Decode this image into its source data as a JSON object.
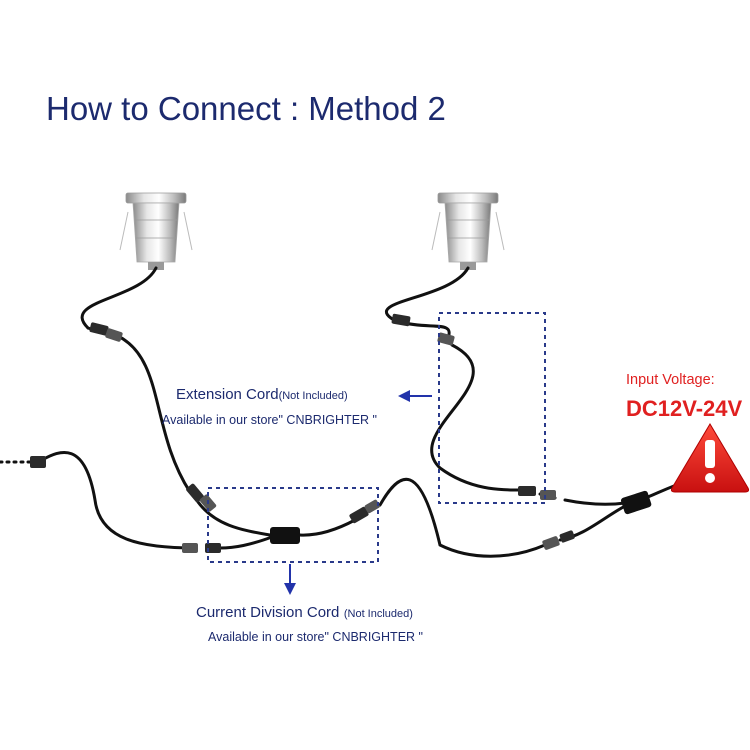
{
  "title": "How to Connect : Method 2",
  "extension_cord": {
    "label": "Extension Cord",
    "note": "(Not Included)",
    "availability": "Available in our store\" CNBRIGHTER \""
  },
  "division_cord": {
    "label": "Current Division Cord",
    "note": "(Not Included)",
    "availability": "Available in our store\" CNBRIGHTER \""
  },
  "input_voltage": {
    "label": "Input Voltage:",
    "value": "DC12V-24V"
  },
  "colors": {
    "title": "#1c2a6e",
    "arrow": "#2233aa",
    "warning": "#e02020",
    "cable": "#111111",
    "dashed_box": "#2a3a8a"
  },
  "icons": [
    "recessed-light-icon",
    "warning-triangle-icon",
    "connector-icon",
    "splitter-icon"
  ]
}
